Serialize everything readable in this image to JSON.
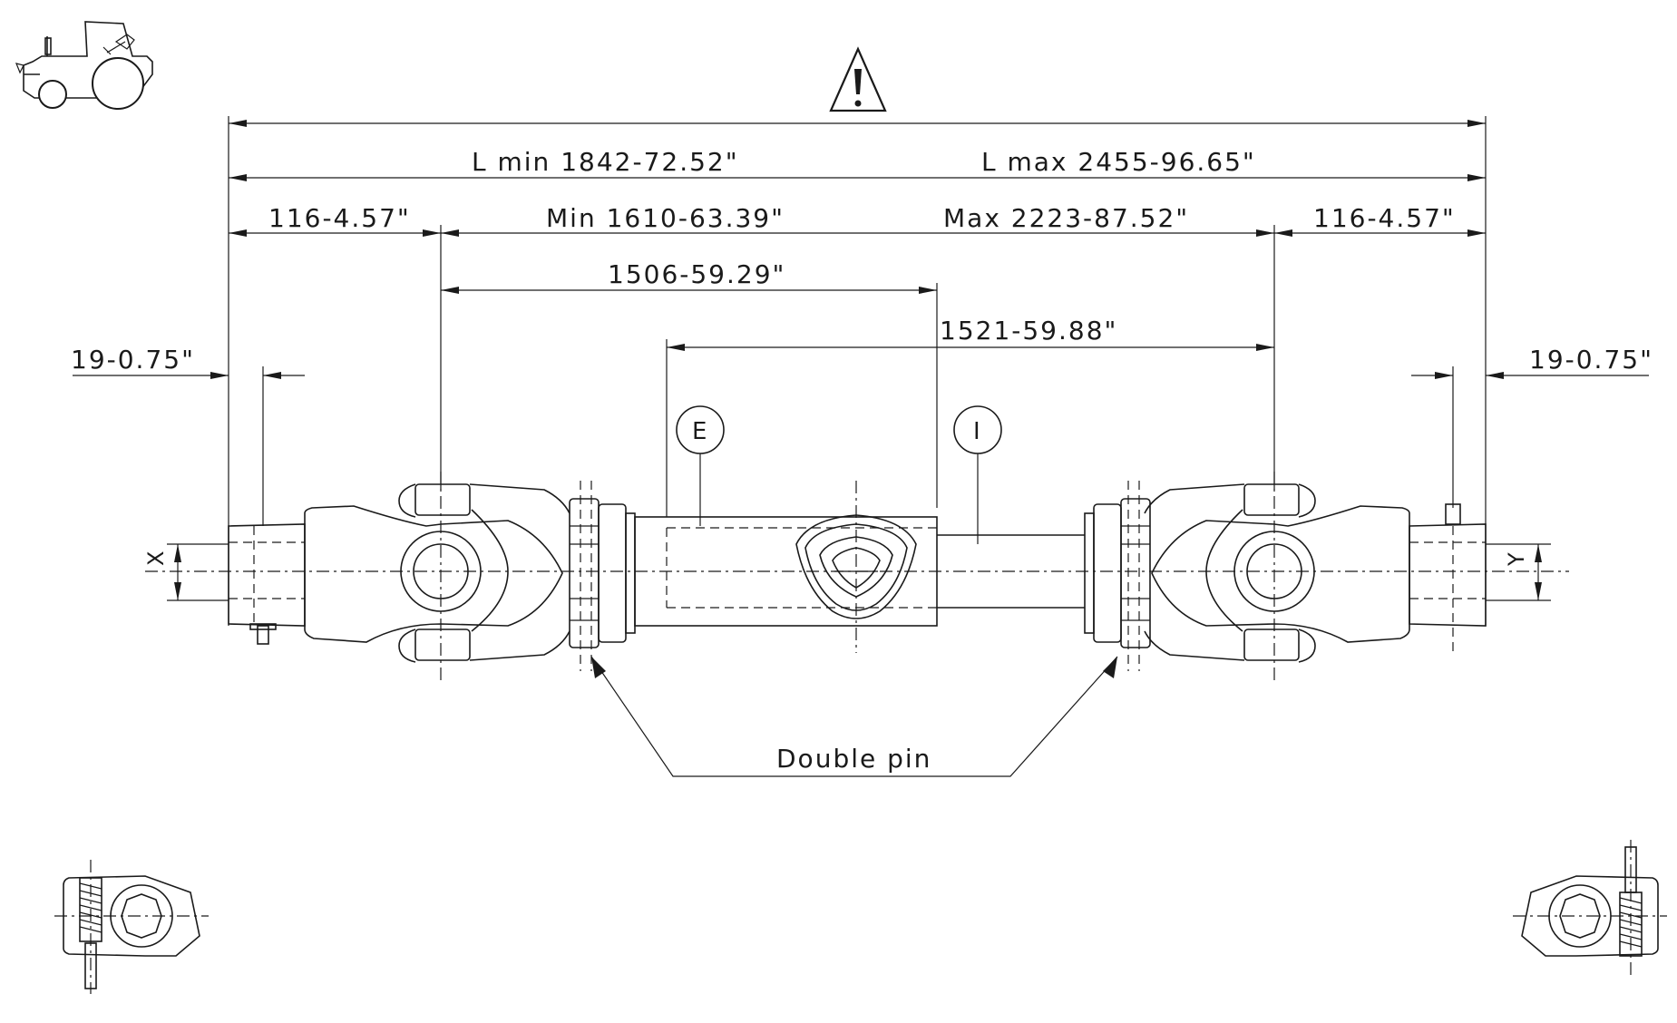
{
  "dimensions": {
    "total_length_max": "L max 2455-96.65\"",
    "total_length_min": "L min 1842-72.52\"",
    "yoke_left": "116-4.57\"",
    "yoke_right": "116-4.57\"",
    "tube_min": "Min 1610-63.39\"",
    "tube_max": "Max 2223-87.52\"",
    "outer_tube": "1506-59.29\"",
    "inner_tube": "1521-59.88\"",
    "pin_left": "19-0.75\"",
    "pin_right": "19-0.75\""
  },
  "labels": {
    "outer_tube_marker": "E",
    "inner_tube_marker": "I",
    "left_bore": "X",
    "right_bore": "Y",
    "callout": "Double pin"
  },
  "icons": {
    "warning": "warning-triangle-icon",
    "tractor": "tractor-icon",
    "left_lock": "push-pin-lock-left-icon",
    "right_lock": "push-pin-lock-right-icon"
  }
}
